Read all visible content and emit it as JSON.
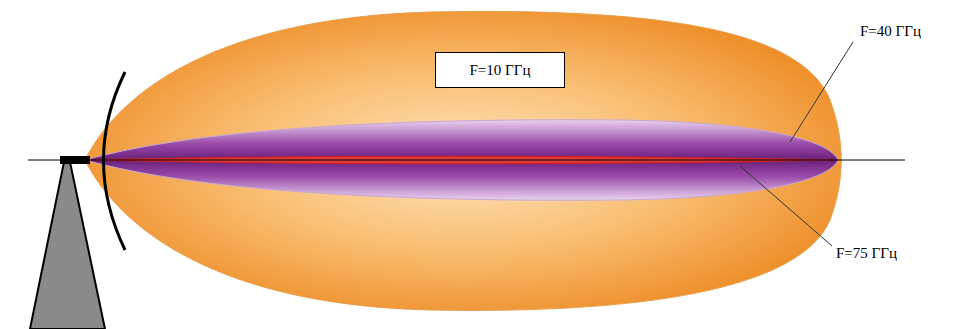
{
  "diagram": {
    "nodes": [
      {
        "text": [
          "F=10 ГГц"
        ]
      }
    ],
    "labels": [
      "F=40 ГГц",
      "F=75 ГГц"
    ]
  }
}
